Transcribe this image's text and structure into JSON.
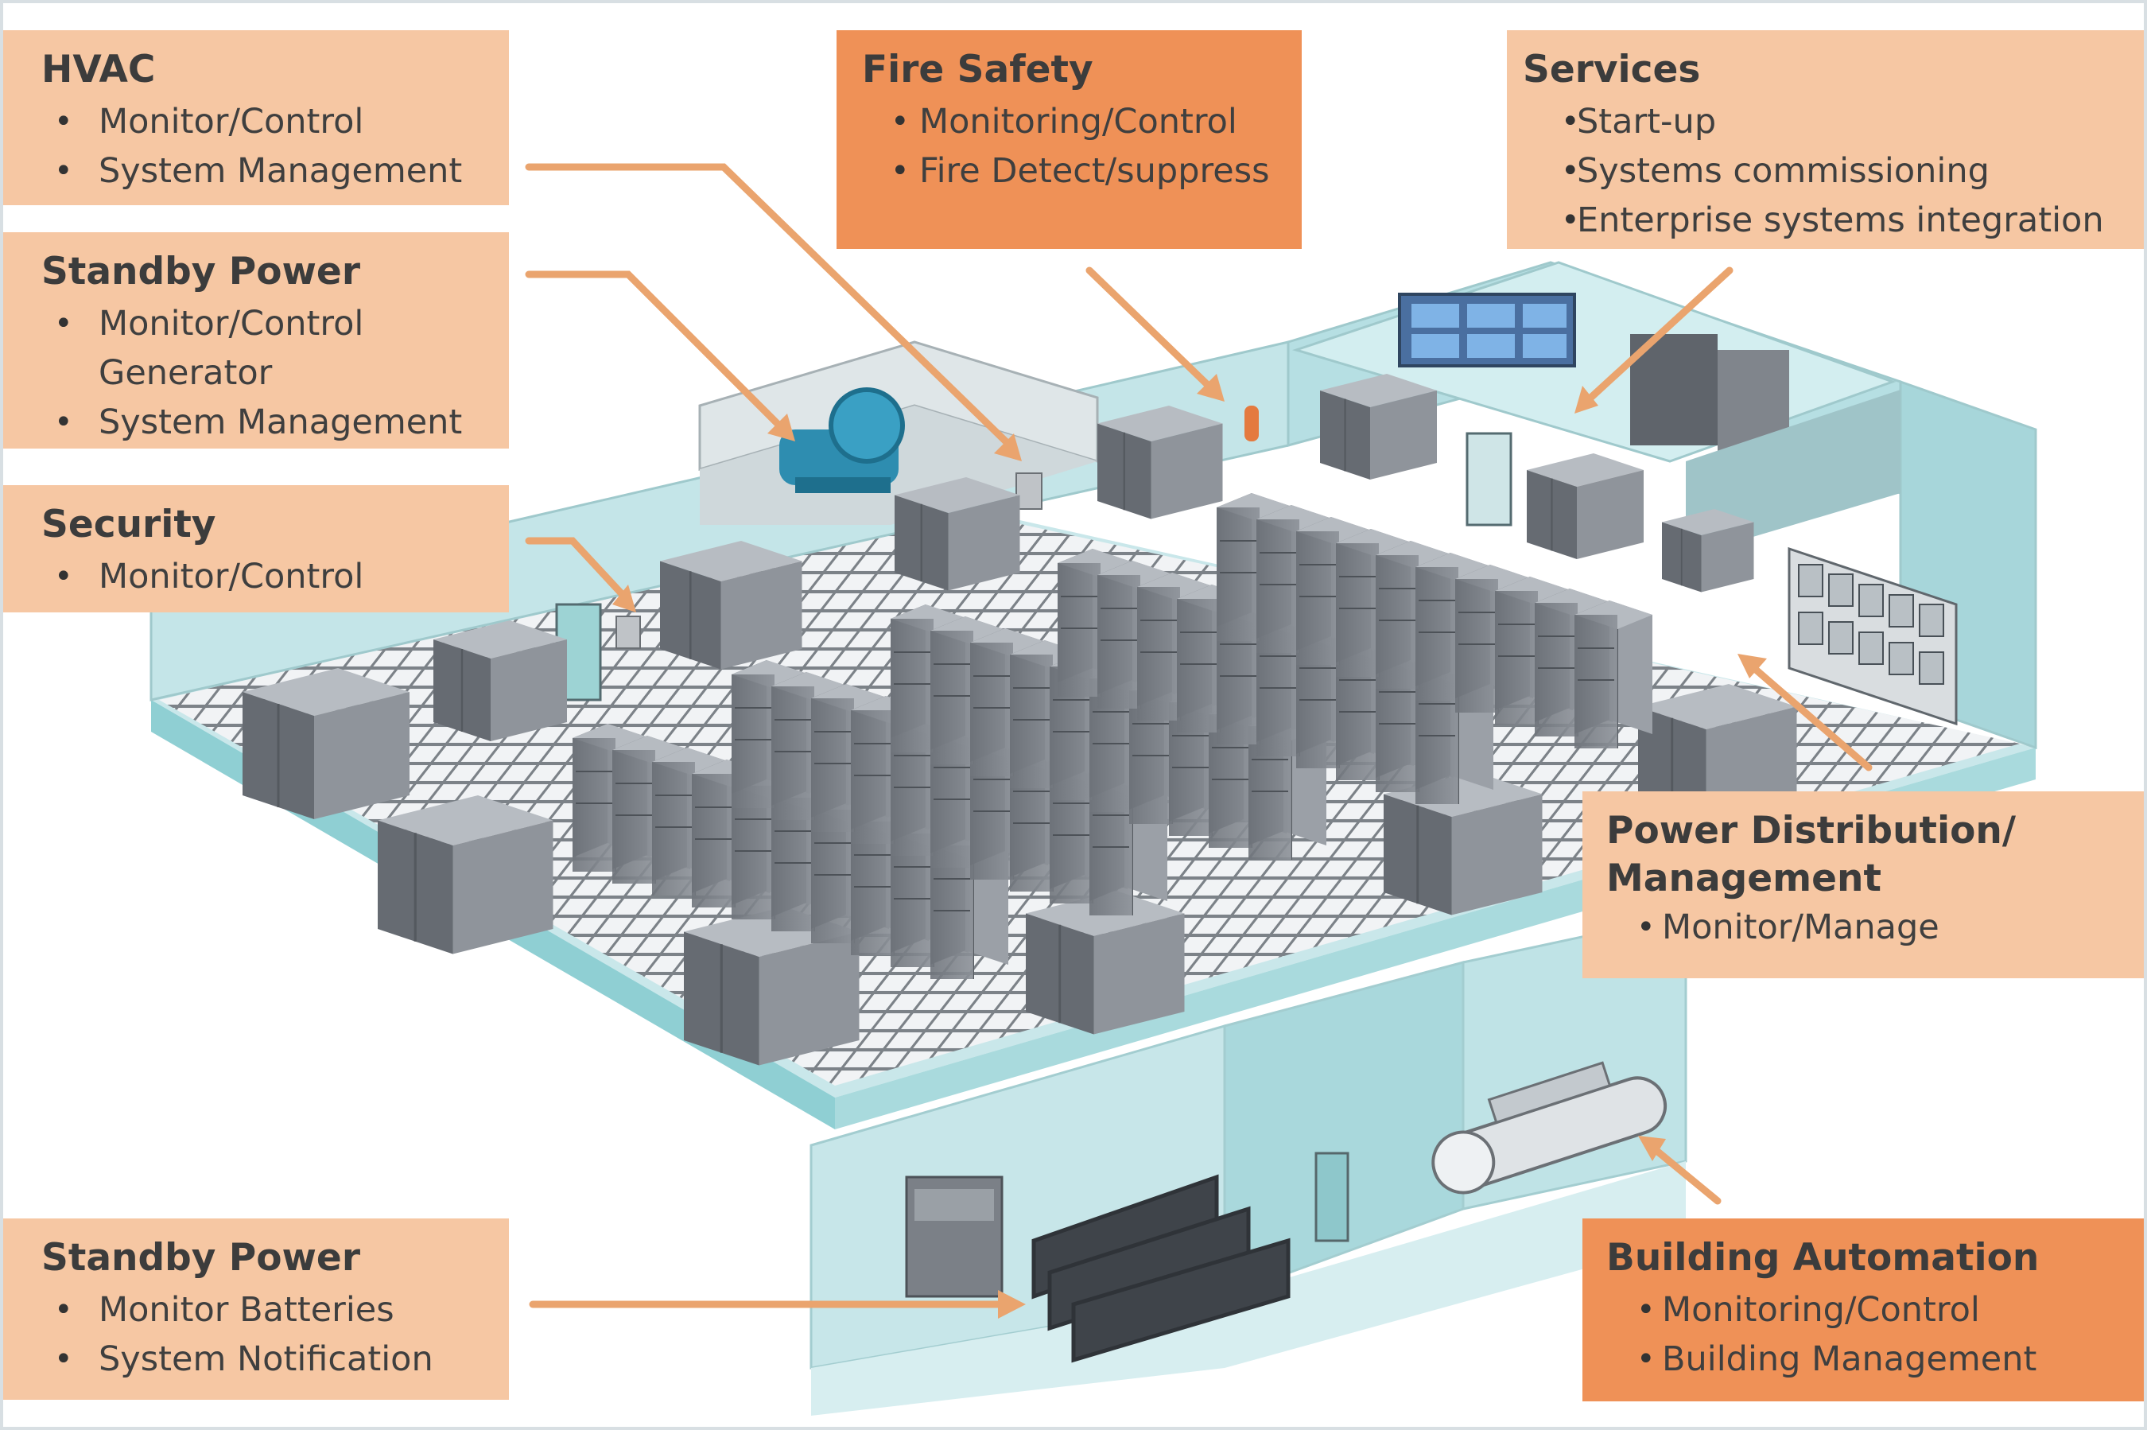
{
  "callouts": {
    "hvac": {
      "title": "HVAC",
      "items": [
        "Monitor/Control",
        "System Management"
      ]
    },
    "standby_power_top": {
      "title": "Standby Power",
      "items": [
        "Monitor/Control Generator",
        "System Management"
      ]
    },
    "security": {
      "title": "Security",
      "items": [
        "Monitor/Control"
      ]
    },
    "fire_safety": {
      "title": "Fire Safety",
      "items": [
        "Monitoring/Control",
        "Fire Detect/suppress"
      ]
    },
    "services": {
      "title": "Services",
      "items": [
        "Start-up",
        "Systems commissioning",
        "Enterprise systems integration"
      ]
    },
    "power_distribution": {
      "title_line1": "Power Distribution/",
      "title_line2": "Management",
      "items": [
        "Monitor/Manage"
      ]
    },
    "standby_power_bottom": {
      "title": "Standby Power",
      "items": [
        "Monitor Batteries",
        "System Notification"
      ]
    },
    "building_automation": {
      "title": "Building Automation",
      "items": [
        "Monitoring/Control",
        "Building Management"
      ]
    }
  },
  "colors": {
    "callout_light": "#f6c7a3",
    "callout_dark": "#ef9157",
    "arrow": "#eaa46e",
    "wall": "#bfe3e6",
    "rack": "#8a8f96",
    "floor_tile": "#e9ecef"
  }
}
